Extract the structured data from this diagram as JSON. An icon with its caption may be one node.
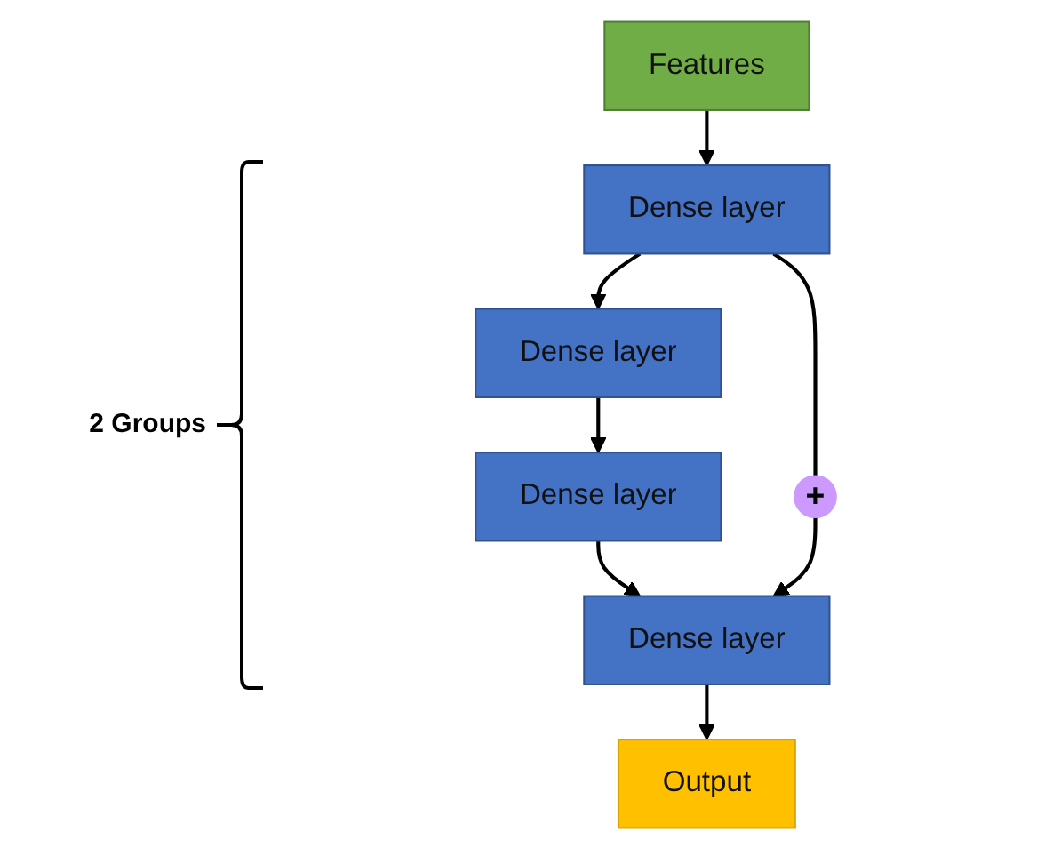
{
  "diagram": {
    "nodes": [
      {
        "text": [
          "Features"
        ]
      },
      {
        "text": [
          "Dense layer"
        ]
      },
      {
        "text": [
          "Dense layer"
        ]
      },
      {
        "text": [
          "Dense layer"
        ]
      },
      {
        "text": [
          "Dense layer"
        ]
      },
      {
        "text": [
          "Output"
        ]
      },
      {
        "text": [
          "+"
        ]
      }
    ],
    "edges": [
      {
        "from": 0,
        "to": 1,
        "arrow": "to"
      },
      {
        "from": 1,
        "to": 2,
        "arrow": "to"
      },
      {
        "from": 2,
        "to": 3,
        "arrow": "to"
      },
      {
        "from": 3,
        "to": 4,
        "arrow": "to"
      },
      {
        "from": 4,
        "to": 5,
        "arrow": "to"
      },
      {
        "from": 1,
        "to": 6,
        "arrow": "none"
      },
      {
        "from": 6,
        "to": 4,
        "arrow": "to"
      }
    ],
    "labels": [
      "2 Groups"
    ]
  }
}
